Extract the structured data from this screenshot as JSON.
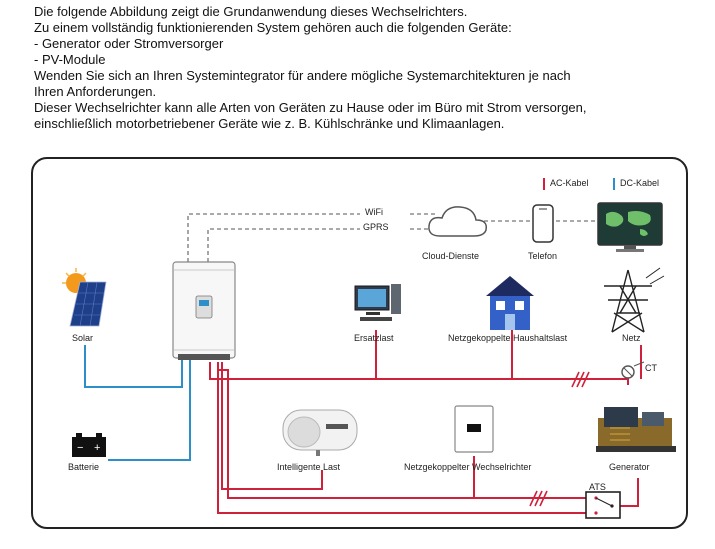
{
  "intro": {
    "lines": [
      "Die folgende Abbildung zeigt die Grundanwendung dieses Wechselrichters.",
      "Zu einem vollständig funktionierenden System gehören auch die folgenden Geräte:",
      "- Generator oder Stromversorger",
      "- PV-Module",
      "Wenden Sie sich an Ihren Systemintegrator für andere mögliche Systemarchitekturen je nach",
      "Ihren Anforderungen.",
      "Dieser Wechselrichter kann alle Arten von Geräten zu Hause oder im Büro mit Strom versorgen,",
      "einschließlich motorbetriebener Geräte wie z. B. Kühlschränke und Klimaanlagen."
    ]
  },
  "diagram": {
    "legend": {
      "ac": "AC-Kabel",
      "dc": "DC-Kabel"
    },
    "labels": {
      "wifi": "WiFi",
      "gprs": "GPRS",
      "cloud": "Cloud-Dienste",
      "phone": "Telefon",
      "solar": "Solar",
      "backup": "Ersatzlast",
      "grid_load": "Netzgekoppelte Haushaltslast",
      "grid": "Netz",
      "ct": "CT",
      "battery": "Batterie",
      "smart_load": "Intelligente Last",
      "grid_inverter": "Netzgekoppelter Wechselrichter",
      "generator": "Generator",
      "ats": "ATS"
    },
    "colors": {
      "ac": "#d0213a",
      "dc": "#2d8fc8",
      "comm": "#777777"
    },
    "icons": {
      "solar": "solar-panel-icon",
      "inverter": "hybrid-inverter-icon",
      "backup": "computer-icon",
      "house": "house-icon",
      "tower": "power-tower-icon",
      "cloud": "cloud-icon",
      "phone": "phone-icon",
      "monitor": "monitor-icon",
      "battery": "battery-icon",
      "heater": "water-heater-icon",
      "gt_inverter": "grid-tie-inverter-icon",
      "generator": "generator-icon",
      "ats": "ats-switch-icon",
      "ct": "ct-sensor-icon"
    }
  }
}
